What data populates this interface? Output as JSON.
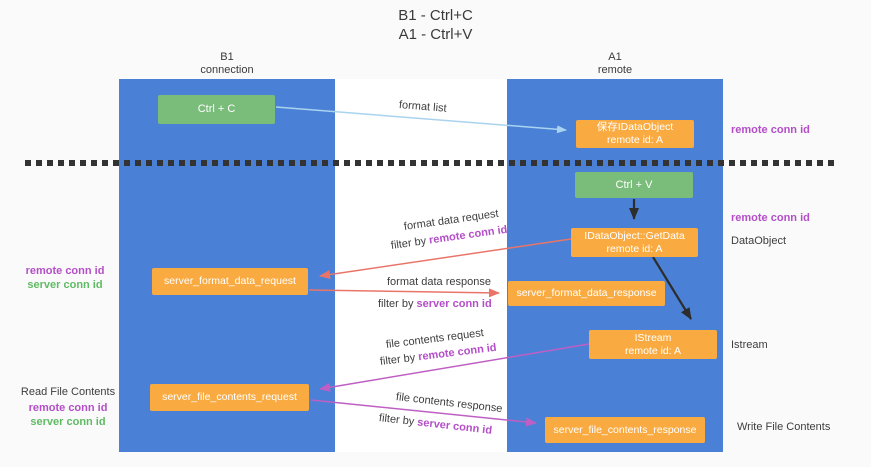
{
  "title": {
    "line1": "B1 - Ctrl+C",
    "line2": "A1 - Ctrl+V"
  },
  "lanes": {
    "left": {
      "name": "B1",
      "role": "connection"
    },
    "right": {
      "name": "A1",
      "role": "remote"
    }
  },
  "nodes": {
    "ctrl_c": {
      "label": "Ctrl + C"
    },
    "ctrl_v": {
      "label": "Ctrl + V"
    },
    "save_dataobject": {
      "line1": "保存IDataObject",
      "line2": "remote id: A"
    },
    "getdata": {
      "line1": "IDataObject::GetData",
      "line2": "remote id: A"
    },
    "istream": {
      "line1": "IStream",
      "line2": "remote id: A"
    },
    "format_request": {
      "label": "server_format_data_request"
    },
    "format_response": {
      "label": "server_format_data_response"
    },
    "file_request": {
      "label": "server_file_contents_request"
    },
    "file_response": {
      "label": "server_file_contents_response"
    }
  },
  "edge_labels": {
    "format_list": "format list",
    "format_data_request": "format data request",
    "format_data_response": "format data response",
    "file_contents_request": "file contents request",
    "file_contents_response": "file contents response",
    "filter_by": "filter by ",
    "remote_conn_id": "remote conn id",
    "server_conn_id": "server conn id"
  },
  "side_labels": {
    "left_group1": {
      "remote": "remote conn id",
      "server": "server conn id"
    },
    "left_group2": {
      "title": "Read File Contents",
      "remote": "remote conn id",
      "server": "server conn id"
    },
    "right_remote_1": "remote conn id",
    "right_remote_2": "remote conn id",
    "right_dataobject": "DataObject",
    "right_istream": "Istream",
    "right_write": "Write File Contents"
  },
  "colors": {
    "lane_blue": "#4a81d6",
    "box_orange": "#f9ab42",
    "box_green": "#7abd7b",
    "arrow_salmon": "#e97568",
    "arrow_magenta": "#bf5fc4",
    "arrow_lightblue": "#a9d3ef",
    "text_purple": "#b44ec8",
    "text_green": "#5fbb63"
  }
}
